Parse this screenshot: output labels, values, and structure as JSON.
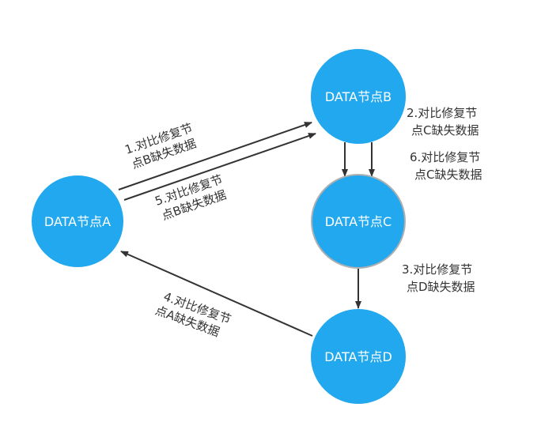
{
  "colors": {
    "node_fill": "#22a8ee",
    "node_c_border": "#b0b0b0",
    "edge": "#333333",
    "label_text": "#333333",
    "node_text": "#ffffff"
  },
  "nodes": {
    "a": "DATA节点A",
    "b": "DATA节点B",
    "c": "DATA节点C",
    "d": "DATA节点D"
  },
  "edges": {
    "e1": {
      "line1": "1.对比修复节",
      "line2": "点B缺失数据"
    },
    "e2": {
      "line1": "2.对比修复节",
      "line2": "点C缺失数据"
    },
    "e3": {
      "line1": "3.对比修复节",
      "line2": "点D缺失数据"
    },
    "e4": {
      "line1": "4.对比修复节",
      "line2": "点A缺失数据"
    },
    "e5": {
      "line1": "5.对比修复节",
      "line2": "点B缺失数据"
    },
    "e6": {
      "line1": "6.对比修复节",
      "line2": "点C缺失数据"
    }
  }
}
